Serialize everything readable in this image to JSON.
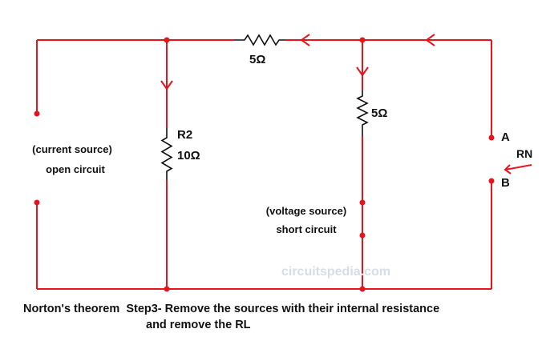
{
  "diagram": {
    "caption_line1": "Norton's theorem  Step3- Remove the sources with their internal resistance",
    "caption_line2": "and remove the RL",
    "top_resistor": {
      "value": "5Ω"
    },
    "r2": {
      "name": "R2",
      "value": "10Ω"
    },
    "middle_resistor": {
      "value": "5Ω"
    },
    "current_source_note": {
      "line1": "(current source)",
      "line2": "open circuit"
    },
    "voltage_source_note": {
      "line1": "(voltage source)",
      "line2": "short circuit"
    },
    "terminals": {
      "a": "A",
      "b": "B",
      "resistance": "RN"
    },
    "watermark": "circuitspedia.com"
  },
  "colors": {
    "wire": "#e8141c",
    "text": "#111111",
    "resistor": "#111111",
    "watermark": "#d6dde6"
  }
}
